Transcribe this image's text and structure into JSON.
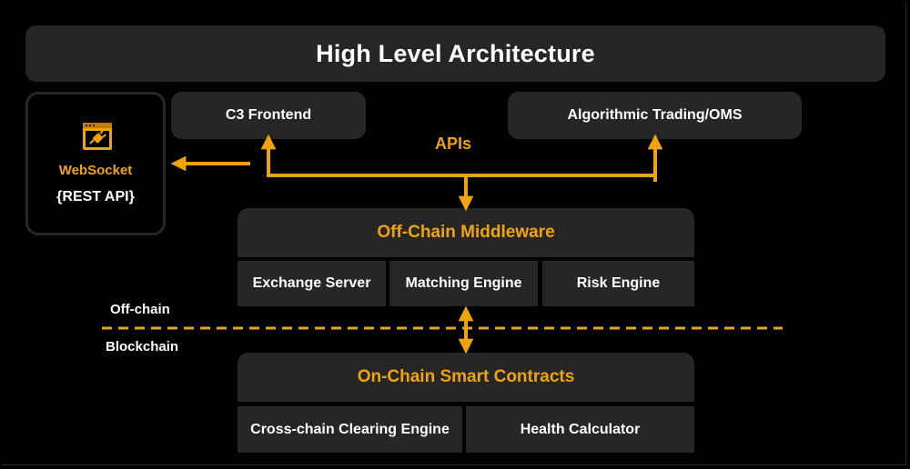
{
  "title": "High Level Architecture",
  "frontend_label": "C3 Frontend",
  "algo_label": "Algorithmic Trading/OMS",
  "websocket": {
    "icon": "websocket-plug-icon",
    "label": "WebSocket",
    "rest_label": "{REST API}"
  },
  "apis_label": "APIs",
  "offchain_middleware": {
    "title": "Off-Chain Middleware",
    "components": [
      "Exchange Server",
      "Matching Engine",
      "Risk Engine"
    ]
  },
  "zone_labels": {
    "offchain": "Off-chain",
    "blockchain": "Blockchain"
  },
  "onchain_contracts": {
    "title": "On-Chain Smart Contracts",
    "components": [
      "Cross-chain Clearing Engine",
      "Health Calculator"
    ]
  },
  "colors": {
    "accent": "#f0a30a",
    "box": "#262626",
    "background": "#000000",
    "text": "#ffffff"
  }
}
